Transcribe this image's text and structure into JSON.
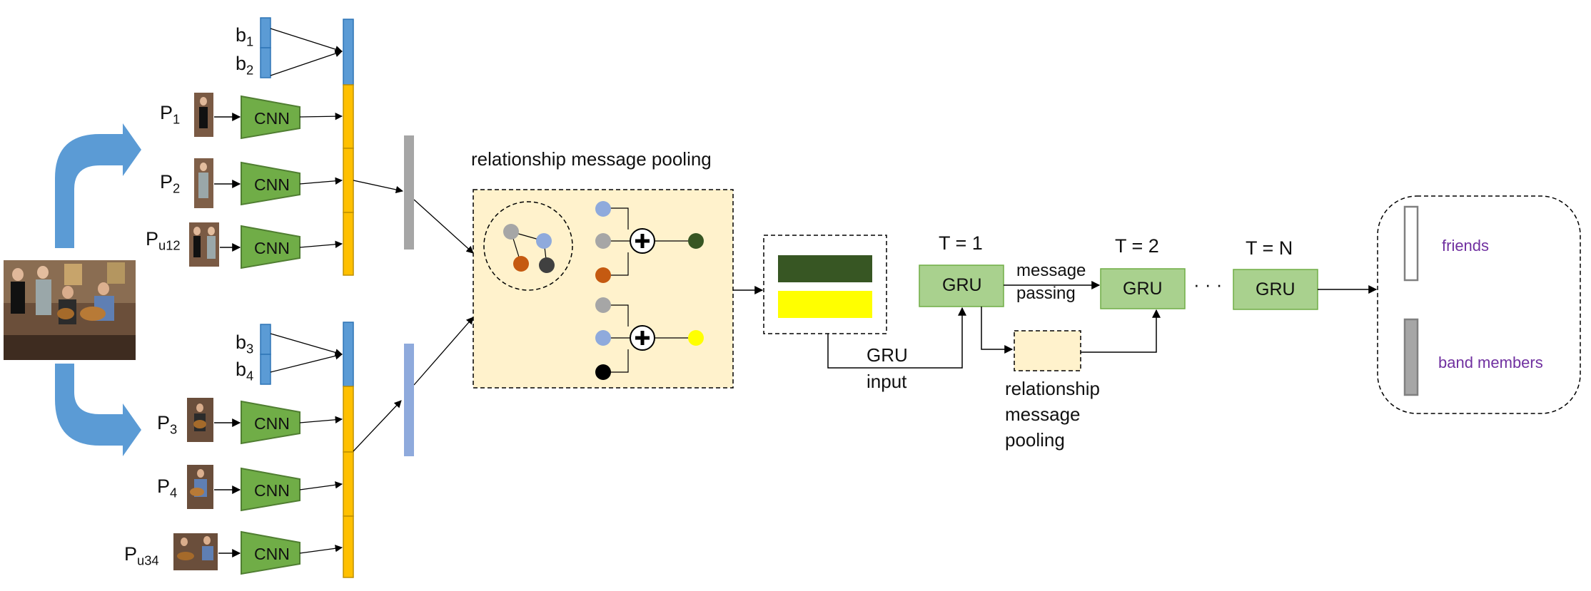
{
  "persons_top": [
    {
      "base": "P",
      "sub": "1"
    },
    {
      "base": "P",
      "sub": "2"
    },
    {
      "base": "P",
      "sub": "u12"
    }
  ],
  "persons_bottom": [
    {
      "base": "P",
      "sub": "3"
    },
    {
      "base": "P",
      "sub": "4"
    },
    {
      "base": "P",
      "sub": "u34"
    }
  ],
  "boxes_top": [
    {
      "base": "b",
      "sub": "1"
    },
    {
      "base": "b",
      "sub": "2"
    }
  ],
  "boxes_bottom": [
    {
      "base": "b",
      "sub": "3"
    },
    {
      "base": "b",
      "sub": "4"
    }
  ],
  "cnn_label": "CNN",
  "pooling_title": "relationship message pooling",
  "gru_label": "GRU",
  "gru_input_label": [
    "GRU",
    "input"
  ],
  "message_passing_label": [
    "message",
    "passing"
  ],
  "pooling_bottom_label": [
    "relationship",
    "message",
    "pooling"
  ],
  "time_steps": [
    "T = 1",
    "T = 2",
    "T = N"
  ],
  "ellipsis": "· · ·",
  "outputs": [
    "friends",
    "band members"
  ],
  "colors": {
    "arrow_blue": "#5b9bd5",
    "box_blue": "#5b9bd5",
    "feature_orange": "#ffc000",
    "cnn_green": "#70ad47",
    "gru_green": "#a9d18e",
    "pool_bg": "#fff2cc",
    "dark_green": "#375623",
    "yellow": "#ffff00",
    "node_gray": "#a6a6a6",
    "node_lightblue": "#8faadc",
    "node_orange": "#c55a11",
    "node_dark": "#404040",
    "output_text": "#7030a0"
  }
}
